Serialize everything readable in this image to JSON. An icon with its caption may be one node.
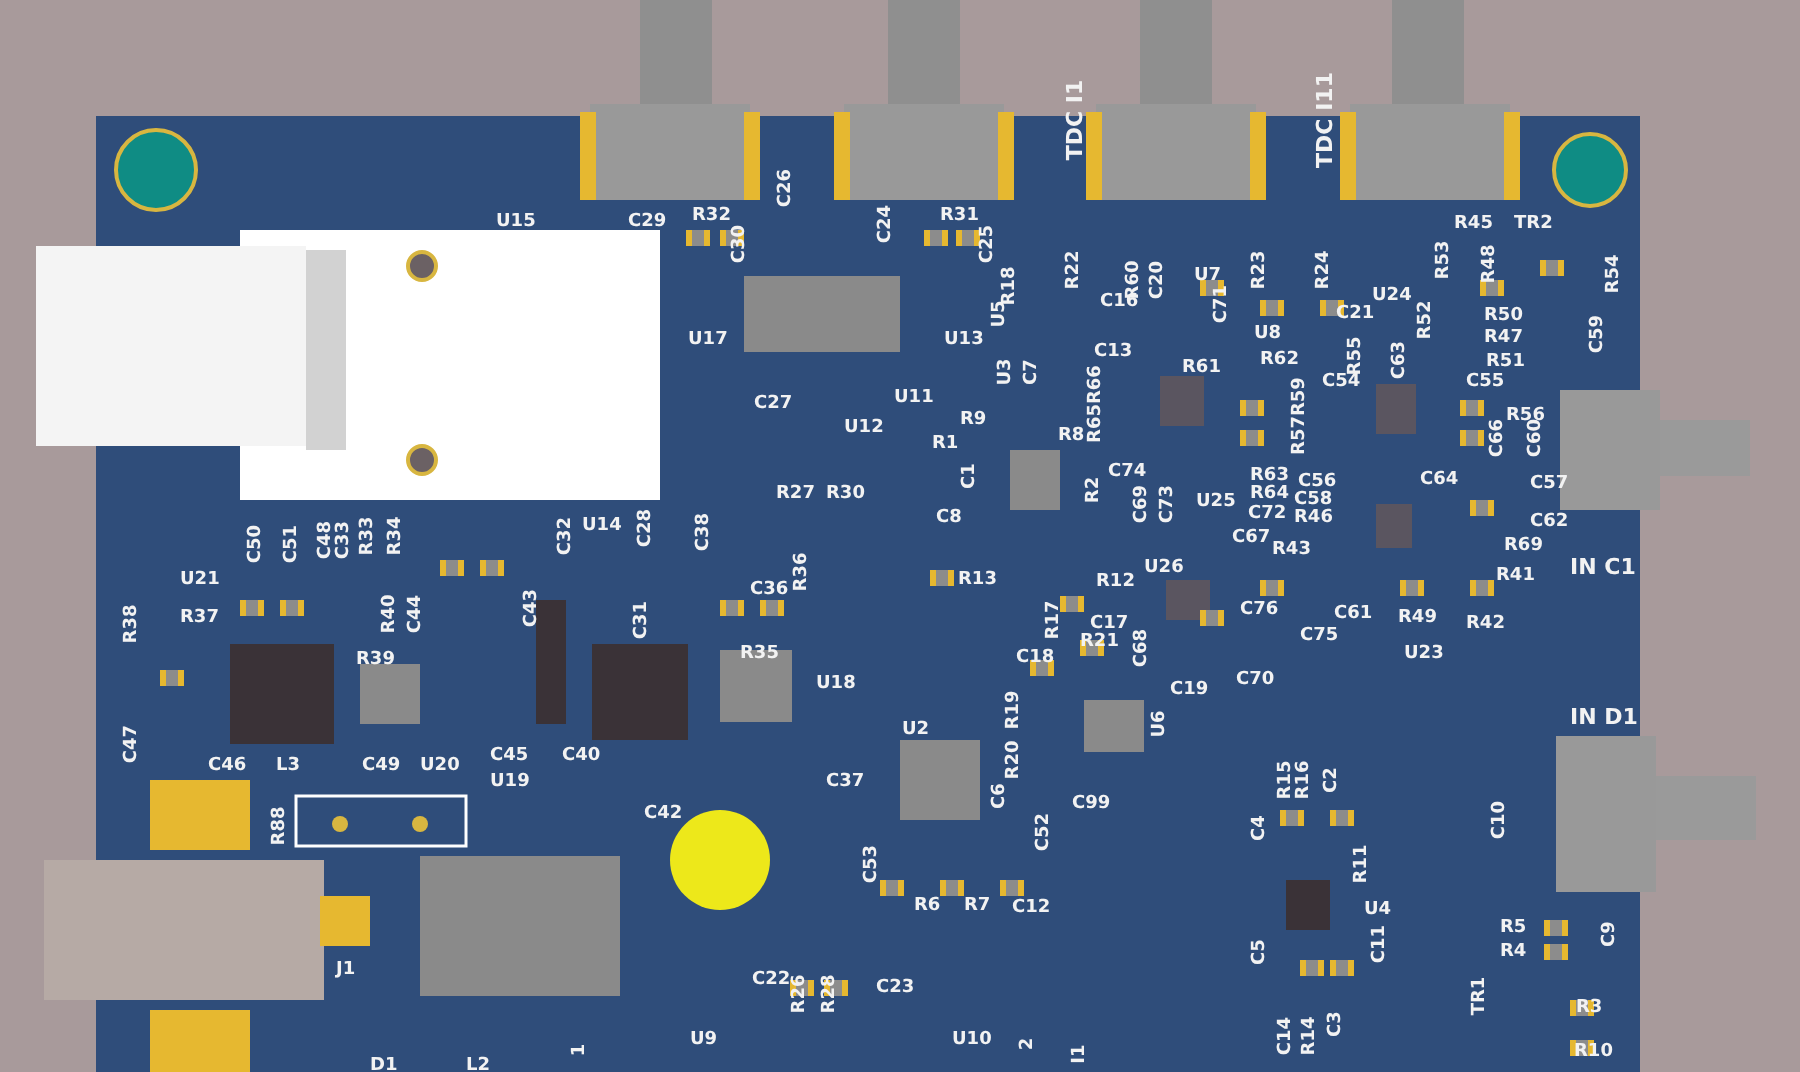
{
  "diagram": {
    "labels": [
      "TDC I1",
      "TDC I11",
      "U15",
      "C29",
      "R32",
      "C26",
      "C30",
      "C24",
      "R31",
      "C25",
      "R45",
      "TR2",
      "R18",
      "R22",
      "C16",
      "R60",
      "C20",
      "U7",
      "C71",
      "R23",
      "R24",
      "U24",
      "R53",
      "R48",
      "R54",
      "U8",
      "C21",
      "R52",
      "R50",
      "R47",
      "U5",
      "U17",
      "U13",
      "R62",
      "R55",
      "C63",
      "R51",
      "C59",
      "U11",
      "U3",
      "C7",
      "C13",
      "R61",
      "C54",
      "C55",
      "C27",
      "R65R66",
      "R57R59",
      "U12",
      "R9",
      "R56",
      "R1",
      "R8",
      "C66",
      "C60",
      "C74",
      "C56",
      "C64",
      "C57",
      "R63",
      "R27",
      "R30",
      "C1",
      "R2",
      "R64",
      "C58",
      "C8",
      "C69",
      "C73",
      "U25",
      "C72",
      "R46",
      "C62",
      "C50",
      "C51",
      "C48",
      "C33",
      "R33",
      "R34",
      "C32",
      "U14",
      "C28",
      "C38",
      "C67",
      "R43",
      "R69",
      "U21",
      "R13",
      "R12",
      "U26",
      "R41",
      "IN C1",
      "R37",
      "C36",
      "R36",
      "C61",
      "R49",
      "R42",
      "C76",
      "R38",
      "R40",
      "C44",
      "C43",
      "C31",
      "R17",
      "C17",
      "R21",
      "C68",
      "R39",
      "C75",
      "R35",
      "U18",
      "C18",
      "C19",
      "C70",
      "U23",
      "R19",
      "U6",
      "IN D1",
      "L3",
      "C49",
      "U20",
      "C45",
      "C40",
      "C47",
      "R20",
      "U2",
      "U19",
      "C46",
      "C99",
      "C37",
      "R15",
      "R16",
      "C2",
      "R88",
      "C42",
      "C53",
      "C6",
      "C52",
      "C4",
      "R11",
      "C10",
      "R6",
      "R7",
      "C12",
      "U4",
      "R5",
      "C5",
      "C11",
      "R4",
      "C9",
      "J1",
      "C22",
      "R26",
      "R28",
      "C23",
      "TR1",
      "R3",
      "C14",
      "R14",
      "C3",
      "U9",
      "U10",
      "R10",
      "D1",
      "L2",
      "1",
      "2",
      "I1"
    ]
  }
}
